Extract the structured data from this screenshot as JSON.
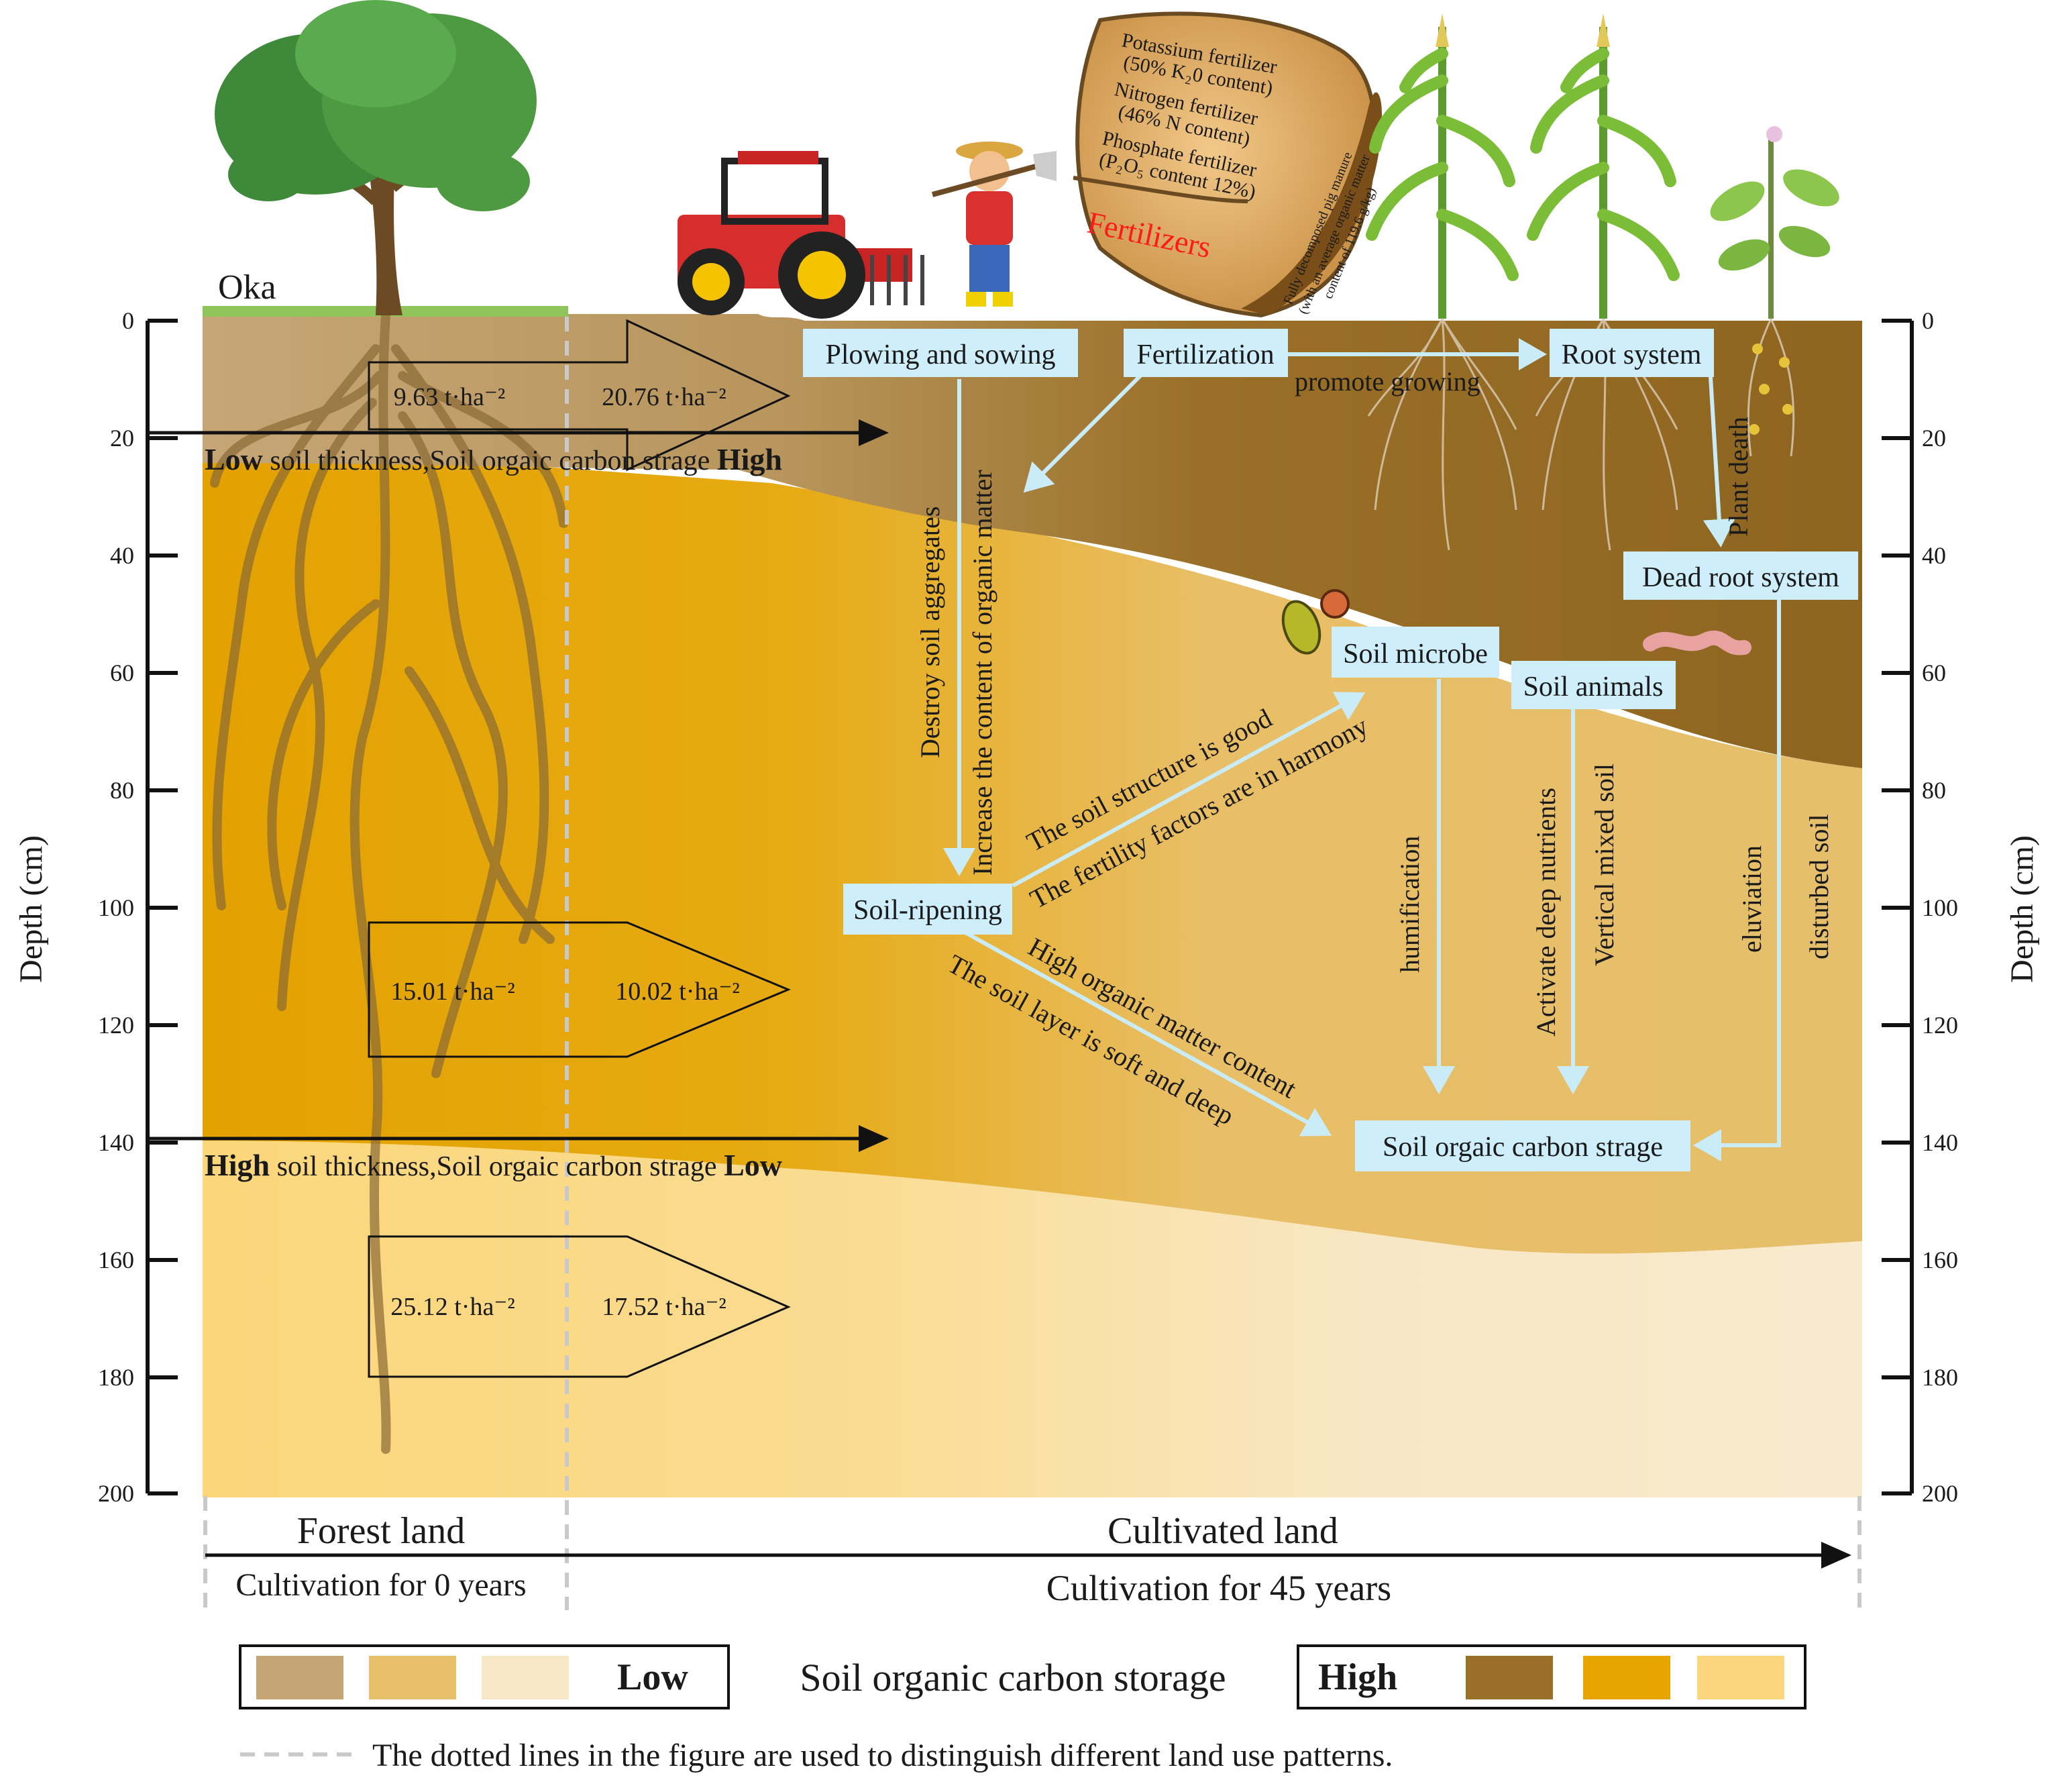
{
  "axis": {
    "ylabel_left": "Depth (cm)",
    "ylabel_right": "Depth (cm)",
    "ticks": [
      "0",
      "20",
      "40",
      "60",
      "80",
      "100",
      "120",
      "140",
      "160",
      "180",
      "200"
    ]
  },
  "tree_label": "Oka",
  "fertilizers": {
    "title": "Fertilizers",
    "potassium": "Potassium fertilizer (50% K2O content)",
    "nitrogen": "Nitrogen fertilizer (46% N content)",
    "phosphate": "Phosphate fertilizer (P2O5 content 12%)",
    "manure": "Fully decomposed pig manure (with an average organic matter content of 119.6 g/kg)"
  },
  "arrows": {
    "a1_left": "9.63 t·ha⁻²",
    "a1_right": "20.76 t·ha⁻²",
    "a2_left": "15.01 t·ha⁻²",
    "a2_right": "10.02 t·ha⁻²",
    "a3_left": "25.12 t·ha⁻²",
    "a3_right": "17.52 t·ha⁻²"
  },
  "bars": {
    "top": {
      "b1": "Low",
      "mid": " soil thickness,Soil orgaic carbon strage ",
      "b2": "High"
    },
    "bottom": {
      "b1": "High",
      "mid": " soil thickness,Soil orgaic carbon strage ",
      "b2": "Low"
    }
  },
  "nodes": {
    "plowing": "Plowing and sowing",
    "fertilization": "Fertilization",
    "root_system": "Root system",
    "dead_root": "Dead root system",
    "soil_microbe": "Soil microbe",
    "soil_animals": "Soil animals",
    "soil_ripening": "Soil-ripening",
    "soc_storage": "Soil orgaic carbon strage"
  },
  "edge_labels": {
    "promote": "promote growing",
    "destroy": "Destroy soil aggregates",
    "increase": "Increase the content of organic matter",
    "plant_death": "Plant death",
    "structure": "The soil structure is good",
    "fertility": "The fertility factors are in harmony",
    "high_om": "High organic matter content",
    "soft": "The soil layer is soft and deep",
    "humification": "humification",
    "activate": "Activate deep nutrients",
    "vertical": "Vertical mixed soil",
    "eluviation": "eluviation",
    "disturbed": "disturbed soil"
  },
  "land": {
    "forest": "Forest land",
    "cultivated": "Cultivated land",
    "forest_years": "Cultivation for 0 years",
    "cult_years": "Cultivation for 45 years"
  },
  "legend": {
    "low": "Low",
    "title": "Soil organic carbon storage",
    "high": "High",
    "low_colors": [
      "#c5a573",
      "#e8c06b",
      "#f8e8c8"
    ],
    "high_colors": [
      "#9a7028",
      "#e6a400",
      "#fbd67d"
    ],
    "note": "The dotted lines in the figure are used to distinguish different land use patterns."
  }
}
